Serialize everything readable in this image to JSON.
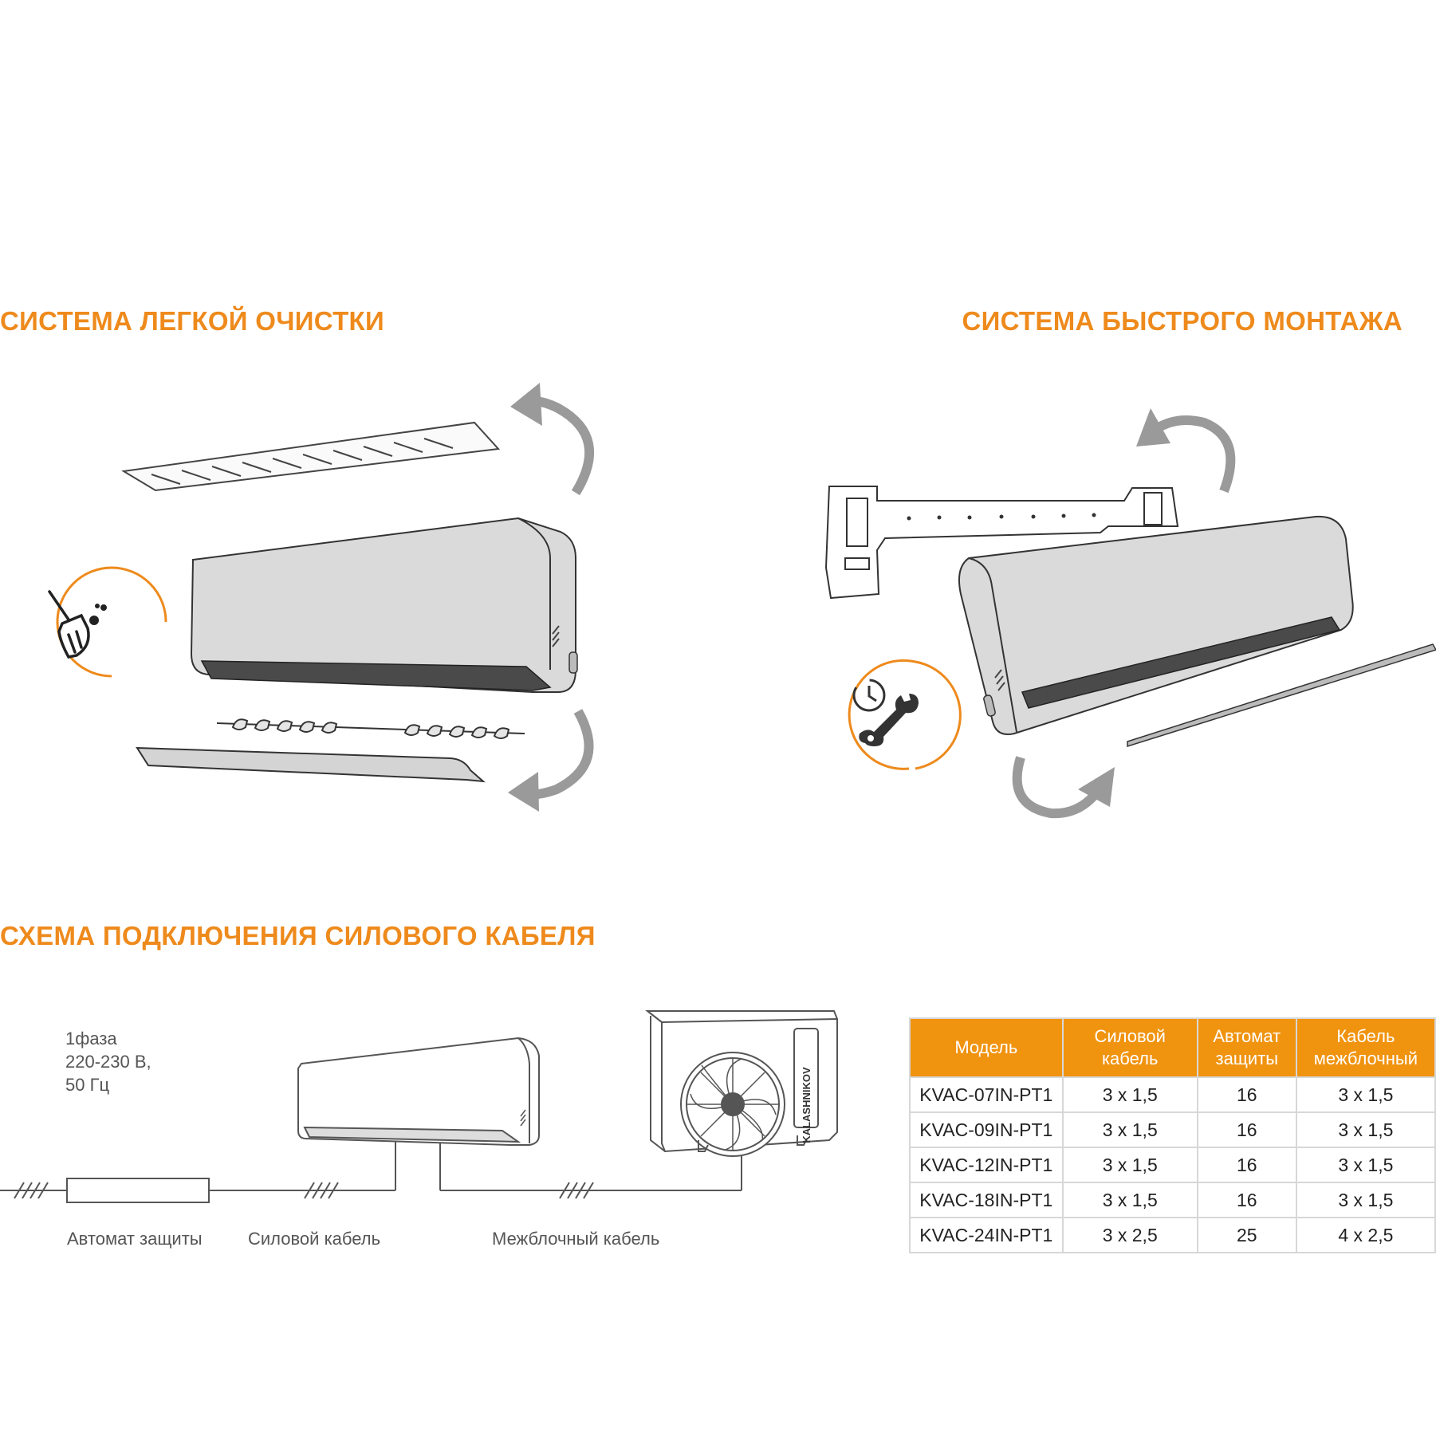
{
  "headings": {
    "easy_cleaning": "СИСТЕМА ЛЕГКОЙ ОЧИСТКИ",
    "quick_mount": "СИСТЕМА БЫСТРОГО МОНТАЖА",
    "cable_scheme": "СХЕМА ПОДКЛЮЧЕНИЯ СИЛОВОГО КАБЕЛЯ"
  },
  "colors": {
    "accent": "#ee8a1c",
    "table_header": "#f0930f",
    "arrow": "#9a9a9a",
    "unit_fill": "#d9d9d9"
  },
  "icons": [
    "broom-icon",
    "clock-wrench-icon",
    "rotate-arrow-icon"
  ],
  "scheme": {
    "power_lines": [
      "1фаза",
      "220-230 В,",
      "50 Гц"
    ],
    "labels": {
      "breaker": "Автомат защиты",
      "power_cable": "Силовой кабель",
      "interblock_cable": "Межблочный кабель"
    },
    "outdoor_brand": "KALASHNIKOV"
  },
  "table": {
    "headers": [
      [
        "Модель"
      ],
      [
        "Силовой",
        "кабель"
      ],
      [
        "Автомат",
        "защиты"
      ],
      [
        "Кабель",
        "межблочный"
      ]
    ],
    "rows": [
      [
        "KVAC-07IN-PT1",
        "3 х 1,5",
        "16",
        "3 х 1,5"
      ],
      [
        "KVAC-09IN-PT1",
        "3 х 1,5",
        "16",
        "3 х 1,5"
      ],
      [
        "KVAC-12IN-PT1",
        "3 х 1,5",
        "16",
        "3 х 1,5"
      ],
      [
        "KVAC-18IN-PT1",
        "3 х 1,5",
        "16",
        "3 х 1,5"
      ],
      [
        "KVAC-24IN-PT1",
        "3 х 2,5",
        "25",
        "4 х 2,5"
      ]
    ]
  }
}
